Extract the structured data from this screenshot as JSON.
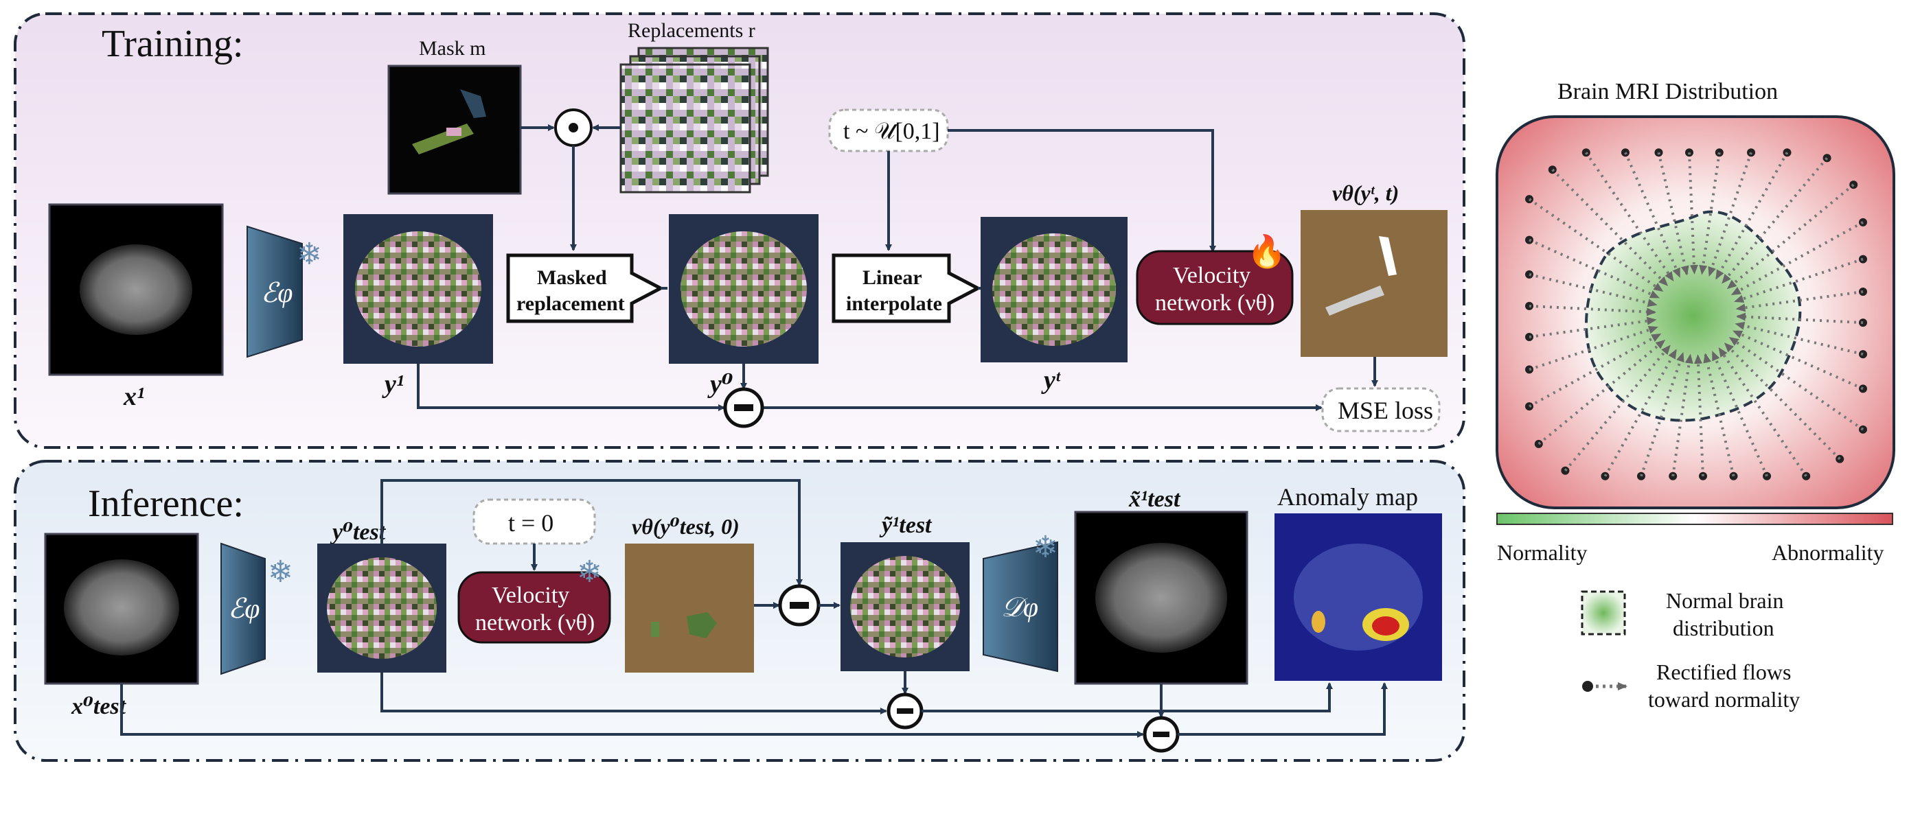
{
  "training": {
    "title": "Training:",
    "mask_label": "Mask m",
    "replacements_label": "Replacements r",
    "t_sample": "t ~ 𝒰[0,1]",
    "masked_replacement": [
      "Masked",
      "replacement"
    ],
    "linear_interpolate": [
      "Linear",
      "interpolate"
    ],
    "velocity_network": [
      "Velocity",
      "network (νθ)"
    ],
    "output_label": "νθ(yᵗ, t)",
    "mse_loss": "MSE loss",
    "x1": "x¹",
    "y1": "y¹",
    "y0": "y⁰",
    "yt": "yᵗ",
    "encoder": "ℰφ"
  },
  "inference": {
    "title": "Inference:",
    "t_zero": "t = 0",
    "velocity_network": [
      "Velocity",
      "network (νθ)"
    ],
    "v_output": "νθ(y⁰test, 0)",
    "y_test_tilde": "ỹ¹test",
    "x_test_tilde": "x̃¹test",
    "anomaly_map": "Anomaly map",
    "x_test": "x⁰test",
    "y_test": "y⁰test",
    "encoder": "ℰφ",
    "decoder": "𝒟φ"
  },
  "panel": {
    "title": "Brain MRI Distribution",
    "normality": "Normality",
    "abnormality": "Abnormality",
    "legend_normal": [
      "Normal brain",
      "distribution"
    ],
    "legend_flows": [
      "Rectified flows",
      "toward normality"
    ]
  },
  "colors": {
    "training_bg": "#f3e6f4",
    "inference_bg": "#e8eef7",
    "velocity_fill": "#7a1a33",
    "arrow": "#25384f",
    "encoder_fill": "#3d6380",
    "latent_bg": "#25304a",
    "velocity_map": "#8b6b42",
    "normal_green": "#7dbf6a",
    "abnormal_red": "#d9535a"
  },
  "icons": {
    "frozen": "snowflake-icon",
    "trainable": "flame-icon",
    "multiply": "hadamard-product-icon",
    "subtract": "minus-circle-icon"
  }
}
